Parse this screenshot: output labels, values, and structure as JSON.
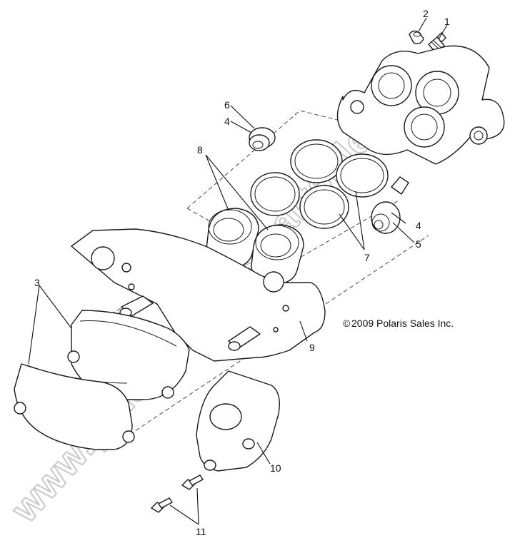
{
  "diagram": {
    "copyright_symbol": "©",
    "copyright_text": "2009 Polaris Sales Inc.",
    "watermark": "www.polaris-sales-parts.de"
  },
  "callouts": {
    "c1": "1",
    "c2": "2",
    "c3": "3",
    "c4a": "4",
    "c4b": "4",
    "c5": "5",
    "c6": "6",
    "c7": "7",
    "c8": "8",
    "c9": "9",
    "c10": "10",
    "c11": "11"
  }
}
